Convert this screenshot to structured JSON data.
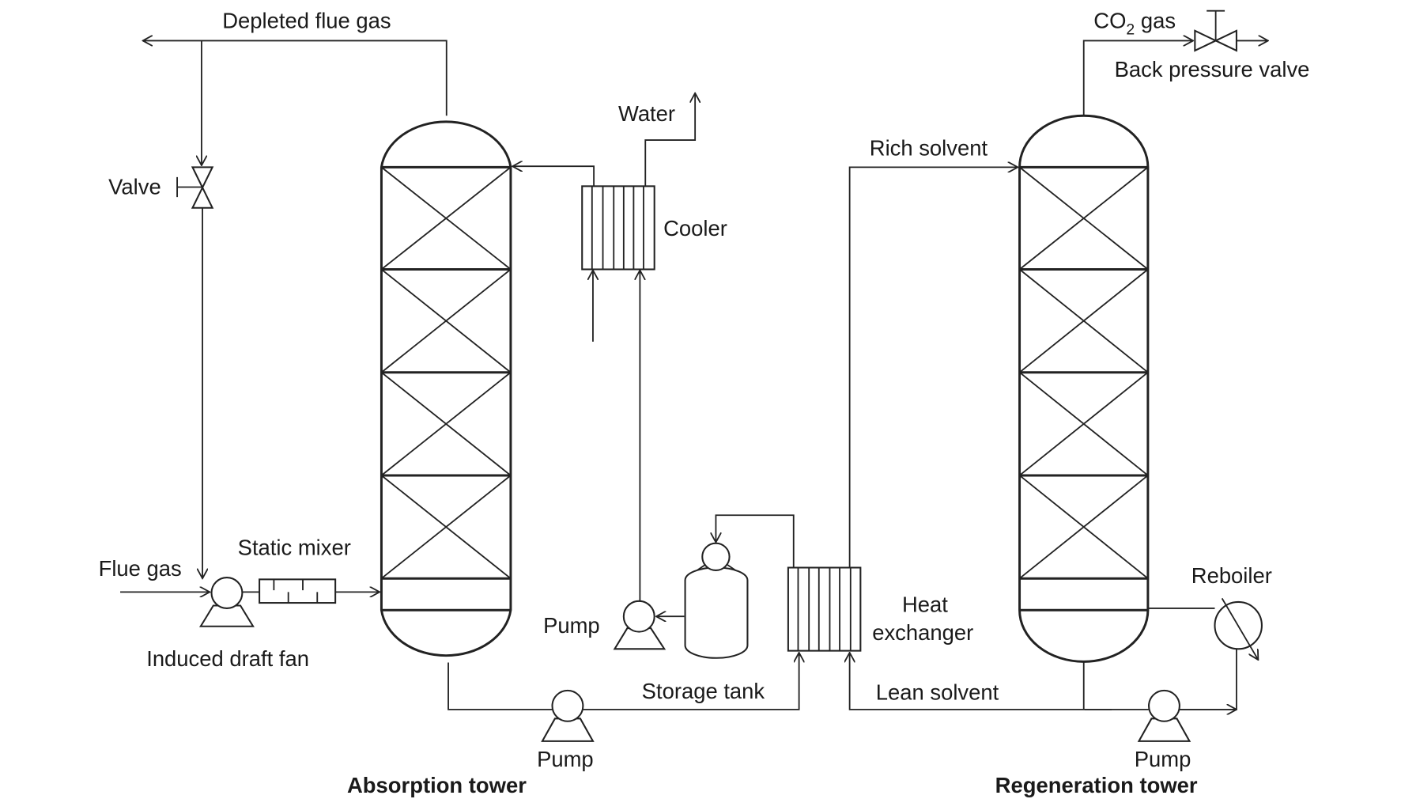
{
  "labels": {
    "depleted_flue_gas": "Depleted flue gas",
    "co2_gas_prefix": "CO",
    "co2_gas_sub": "2",
    "co2_gas_suffix": " gas",
    "back_pressure_valve": "Back pressure valve",
    "water": "Water",
    "rich_solvent": "Rich solvent",
    "valve": "Valve",
    "cooler": "Cooler",
    "static_mixer": "Static mixer",
    "flue_gas": "Flue gas",
    "induced_draft_fan": "Induced draft fan",
    "pump_middle": "Pump",
    "heat": "Heat",
    "exchanger": "exchanger",
    "reboiler": "Reboiler",
    "storage_tank": "Storage tank",
    "lean_solvent": "Lean solvent",
    "pump_bottom_left": "Pump",
    "pump_bottom_right": "Pump",
    "absorption_tower": "Absorption tower",
    "regeneration_tower": "Regeneration tower"
  }
}
